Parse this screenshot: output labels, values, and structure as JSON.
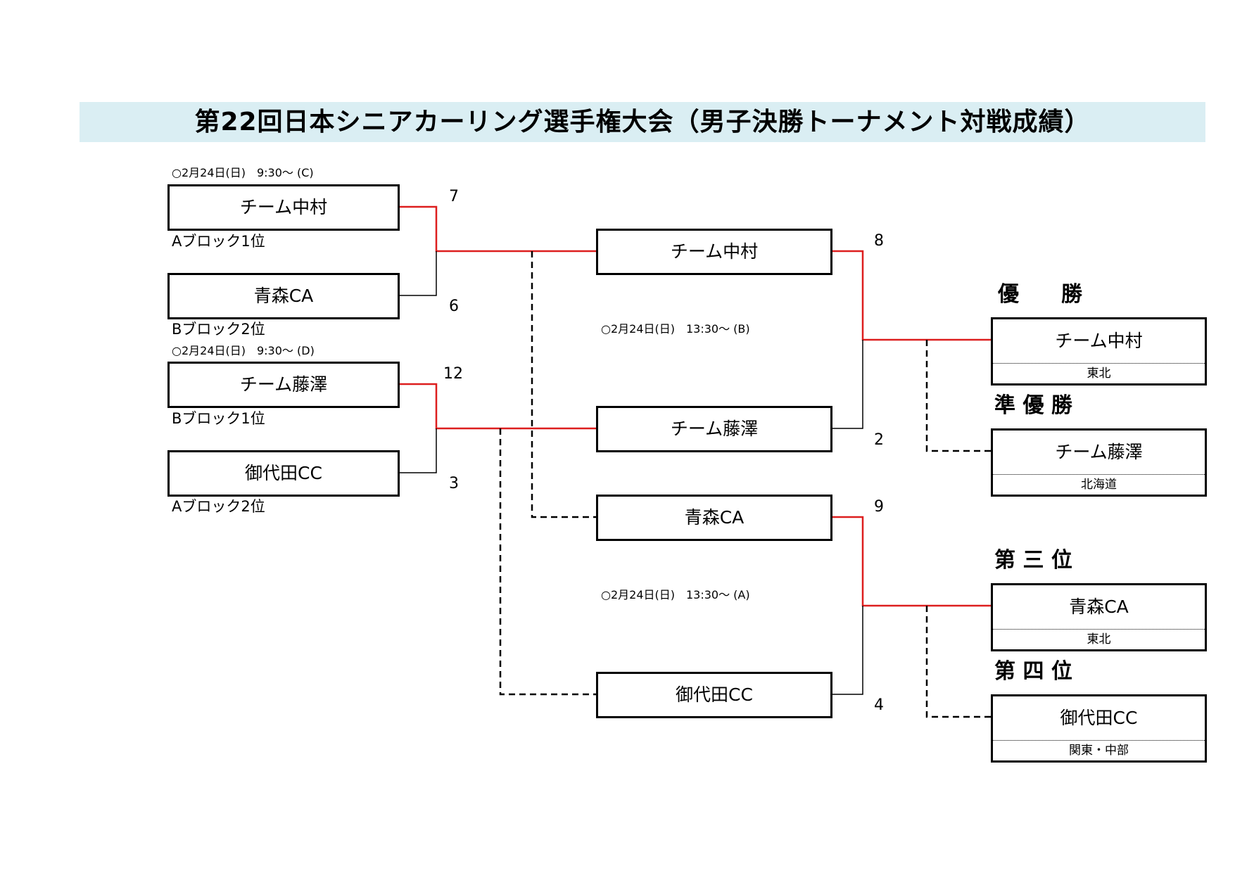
{
  "title": "第22回日本シニアカーリング選手権大会（男子決勝トーナメント対戦成績）",
  "schedules": {
    "s1": "○2月24日(日)　9:30～ (C)",
    "s2": "○2月24日(日)　9:30～ (D)",
    "s3": "○2月24日(日)　13:30～ (B)",
    "s4": "○2月24日(日)　13:30～ (A)"
  },
  "semis": [
    {
      "team": "チーム中村",
      "seed": "Aブロック1位",
      "score": "7"
    },
    {
      "team": "青森CA",
      "seed": "Bブロック2位",
      "score": "6"
    },
    {
      "team": "チーム藤澤",
      "seed": "Bブロック1位",
      "score": "12"
    },
    {
      "team": "御代田CC",
      "seed": "Aブロック2位",
      "score": "3"
    }
  ],
  "final": [
    {
      "team": "チーム中村",
      "score": "8"
    },
    {
      "team": "チーム藤澤",
      "score": "2"
    }
  ],
  "third_place_game": [
    {
      "team": "青森CA",
      "score": "9"
    },
    {
      "team": "御代田CC",
      "score": "4"
    }
  ],
  "standings": [
    {
      "rank": "優　　勝",
      "team": "チーム中村",
      "region": "東北"
    },
    {
      "rank": "準 優 勝",
      "team": "チーム藤澤",
      "region": "北海道"
    },
    {
      "rank": "第 三 位",
      "team": "青森CA",
      "region": "東北"
    },
    {
      "rank": "第 四 位",
      "team": "御代田CC",
      "region": "関東・中部"
    }
  ],
  "colors": {
    "winner_line": "#dd1e1e",
    "banner": "#daeef3"
  }
}
